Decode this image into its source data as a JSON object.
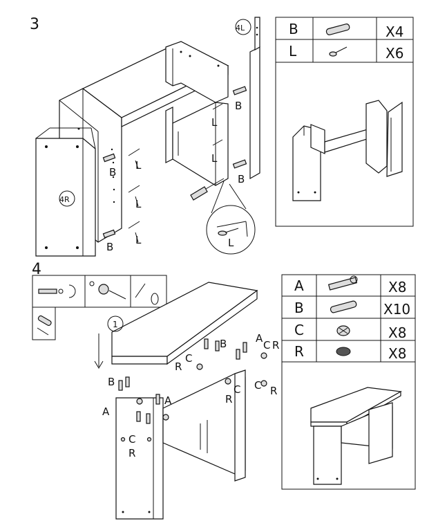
{
  "step3": {
    "number": "3",
    "panel_labels": {
      "left": "4L",
      "right": "4R"
    },
    "callouts": [
      "B",
      "L",
      "L",
      "L",
      "B",
      "B",
      "L",
      "L",
      "B",
      "L"
    ],
    "hardware": [
      {
        "code": "B",
        "qty": "X4",
        "icon": "wooden-dowel-icon"
      },
      {
        "code": "L",
        "qty": "X6",
        "icon": "wood-screw-icon"
      }
    ]
  },
  "step4": {
    "number": "4",
    "part_label": "1",
    "callouts": [
      "A",
      "B",
      "C",
      "R",
      "C",
      "R",
      "B",
      "C",
      "R",
      "R",
      "C",
      "A",
      "A",
      "C",
      "R"
    ],
    "hardware": [
      {
        "code": "A",
        "qty": "X8",
        "icon": "cam-bolt-icon"
      },
      {
        "code": "B",
        "qty": "X10",
        "icon": "wooden-dowel-icon"
      },
      {
        "code": "C",
        "qty": "X8",
        "icon": "cam-lock-icon"
      },
      {
        "code": "R",
        "qty": "X8",
        "icon": "cover-cap-icon"
      }
    ]
  }
}
